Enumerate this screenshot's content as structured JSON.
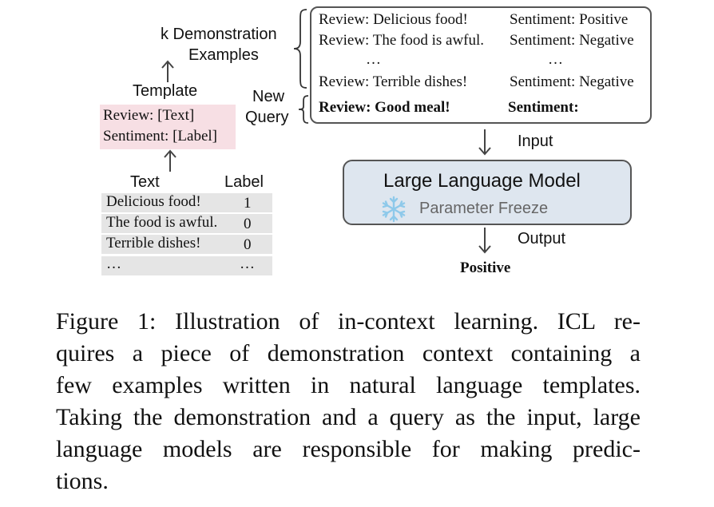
{
  "diagram": {
    "k_demo_line1": "k Demonstration",
    "k_demo_line2": "Examples",
    "template_label": "Template",
    "template_review": "Review: [Text]",
    "template_sentiment": "Sentiment: [Label]",
    "new_query_line1": "New",
    "new_query_line2": "Query",
    "text_header": "Text",
    "label_header": "Label",
    "table_rows": [
      {
        "text": "Delicious food!",
        "label": "1"
      },
      {
        "text": "The food is awful.",
        "label": "0"
      },
      {
        "text": "Terrible dishes!",
        "label": "0"
      },
      {
        "text": "…",
        "label": "…"
      }
    ],
    "demo_rows": [
      {
        "review": "Review: Delicious food!",
        "sentiment": "Sentiment: Positive"
      },
      {
        "review": "Review: The food is awful.",
        "sentiment": "Sentiment: Negative"
      },
      {
        "review": "…",
        "sentiment": "…"
      },
      {
        "review": "Review: Terrible dishes!",
        "sentiment": "Sentiment: Negative"
      }
    ],
    "query_review": "Review: Good meal!",
    "query_sentiment": "Sentiment:",
    "input_label": "Input",
    "llm_title": "Large Language Model",
    "llm_subtitle": "Parameter Freeze",
    "output_label": "Output",
    "prediction": "Positive",
    "colors": {
      "template_bg": "#f7dfe4",
      "table_bg": "#e5e5e5",
      "llm_bg": "#dee6ef",
      "snowflake": "#8ec9ea"
    }
  },
  "caption": {
    "lines": [
      "Figure 1: Illustration of in-context learning. ICL re-",
      "quires a piece of demonstration context containing a",
      "few examples written in natural language templates.",
      "Taking the demonstration and a query as the input, large",
      "language models are responsible for making predic-",
      "tions."
    ]
  }
}
